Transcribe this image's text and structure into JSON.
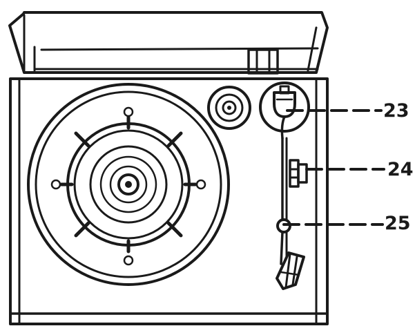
{
  "colors": {
    "stroke": "#1a1a1a",
    "background": "#ffffff"
  },
  "callouts": [
    {
      "number": "23",
      "part": "tonearm-rest"
    },
    {
      "number": "24",
      "part": "tonearm-lift-lever"
    },
    {
      "number": "25",
      "part": "tonearm-clip"
    }
  ]
}
